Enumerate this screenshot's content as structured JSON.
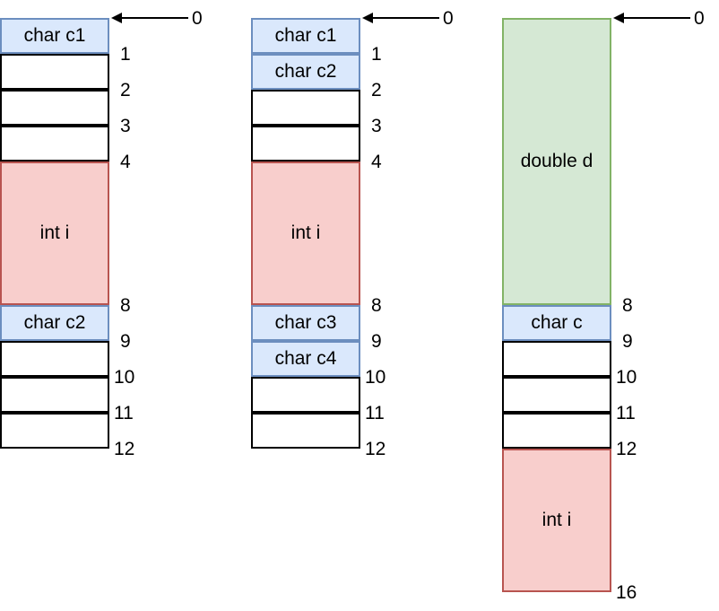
{
  "structs": [
    {
      "fields": [
        {
          "label": "char c1",
          "kind": "char"
        },
        {
          "label": "",
          "kind": "pad"
        },
        {
          "label": "",
          "kind": "pad"
        },
        {
          "label": "",
          "kind": "pad"
        },
        {
          "label": "int i",
          "kind": "int"
        },
        {
          "label": "char c2",
          "kind": "char"
        },
        {
          "label": "",
          "kind": "pad"
        },
        {
          "label": "",
          "kind": "pad"
        },
        {
          "label": "",
          "kind": "pad"
        }
      ],
      "offsets": [
        "0",
        "1",
        "2",
        "3",
        "4",
        "8",
        "9",
        "10",
        "11",
        "12"
      ]
    },
    {
      "fields": [
        {
          "label": "char c1",
          "kind": "char"
        },
        {
          "label": "char c2",
          "kind": "char"
        },
        {
          "label": "",
          "kind": "pad"
        },
        {
          "label": "",
          "kind": "pad"
        },
        {
          "label": "int i",
          "kind": "int"
        },
        {
          "label": "char c3",
          "kind": "char"
        },
        {
          "label": "char c4",
          "kind": "char"
        },
        {
          "label": "",
          "kind": "pad"
        },
        {
          "label": "",
          "kind": "pad"
        }
      ],
      "offsets": [
        "0",
        "1",
        "2",
        "3",
        "4",
        "8",
        "9",
        "10",
        "11",
        "12"
      ]
    },
    {
      "fields": [
        {
          "label": "double d",
          "kind": "double"
        },
        {
          "label": "char c",
          "kind": "char"
        },
        {
          "label": "",
          "kind": "pad"
        },
        {
          "label": "",
          "kind": "pad"
        },
        {
          "label": "",
          "kind": "pad"
        },
        {
          "label": "int i",
          "kind": "int"
        }
      ],
      "offsets": [
        "0",
        "8",
        "9",
        "10",
        "11",
        "12",
        "16"
      ]
    }
  ],
  "colors": {
    "char_fill": "#dae8fc",
    "char_stroke": "#6c8ebf",
    "int_fill": "#f8cecc",
    "int_stroke": "#b85450",
    "double_fill": "#d5e8d4",
    "double_stroke": "#82b366",
    "pad_fill": "#ffffff",
    "pad_stroke": "#000000"
  }
}
